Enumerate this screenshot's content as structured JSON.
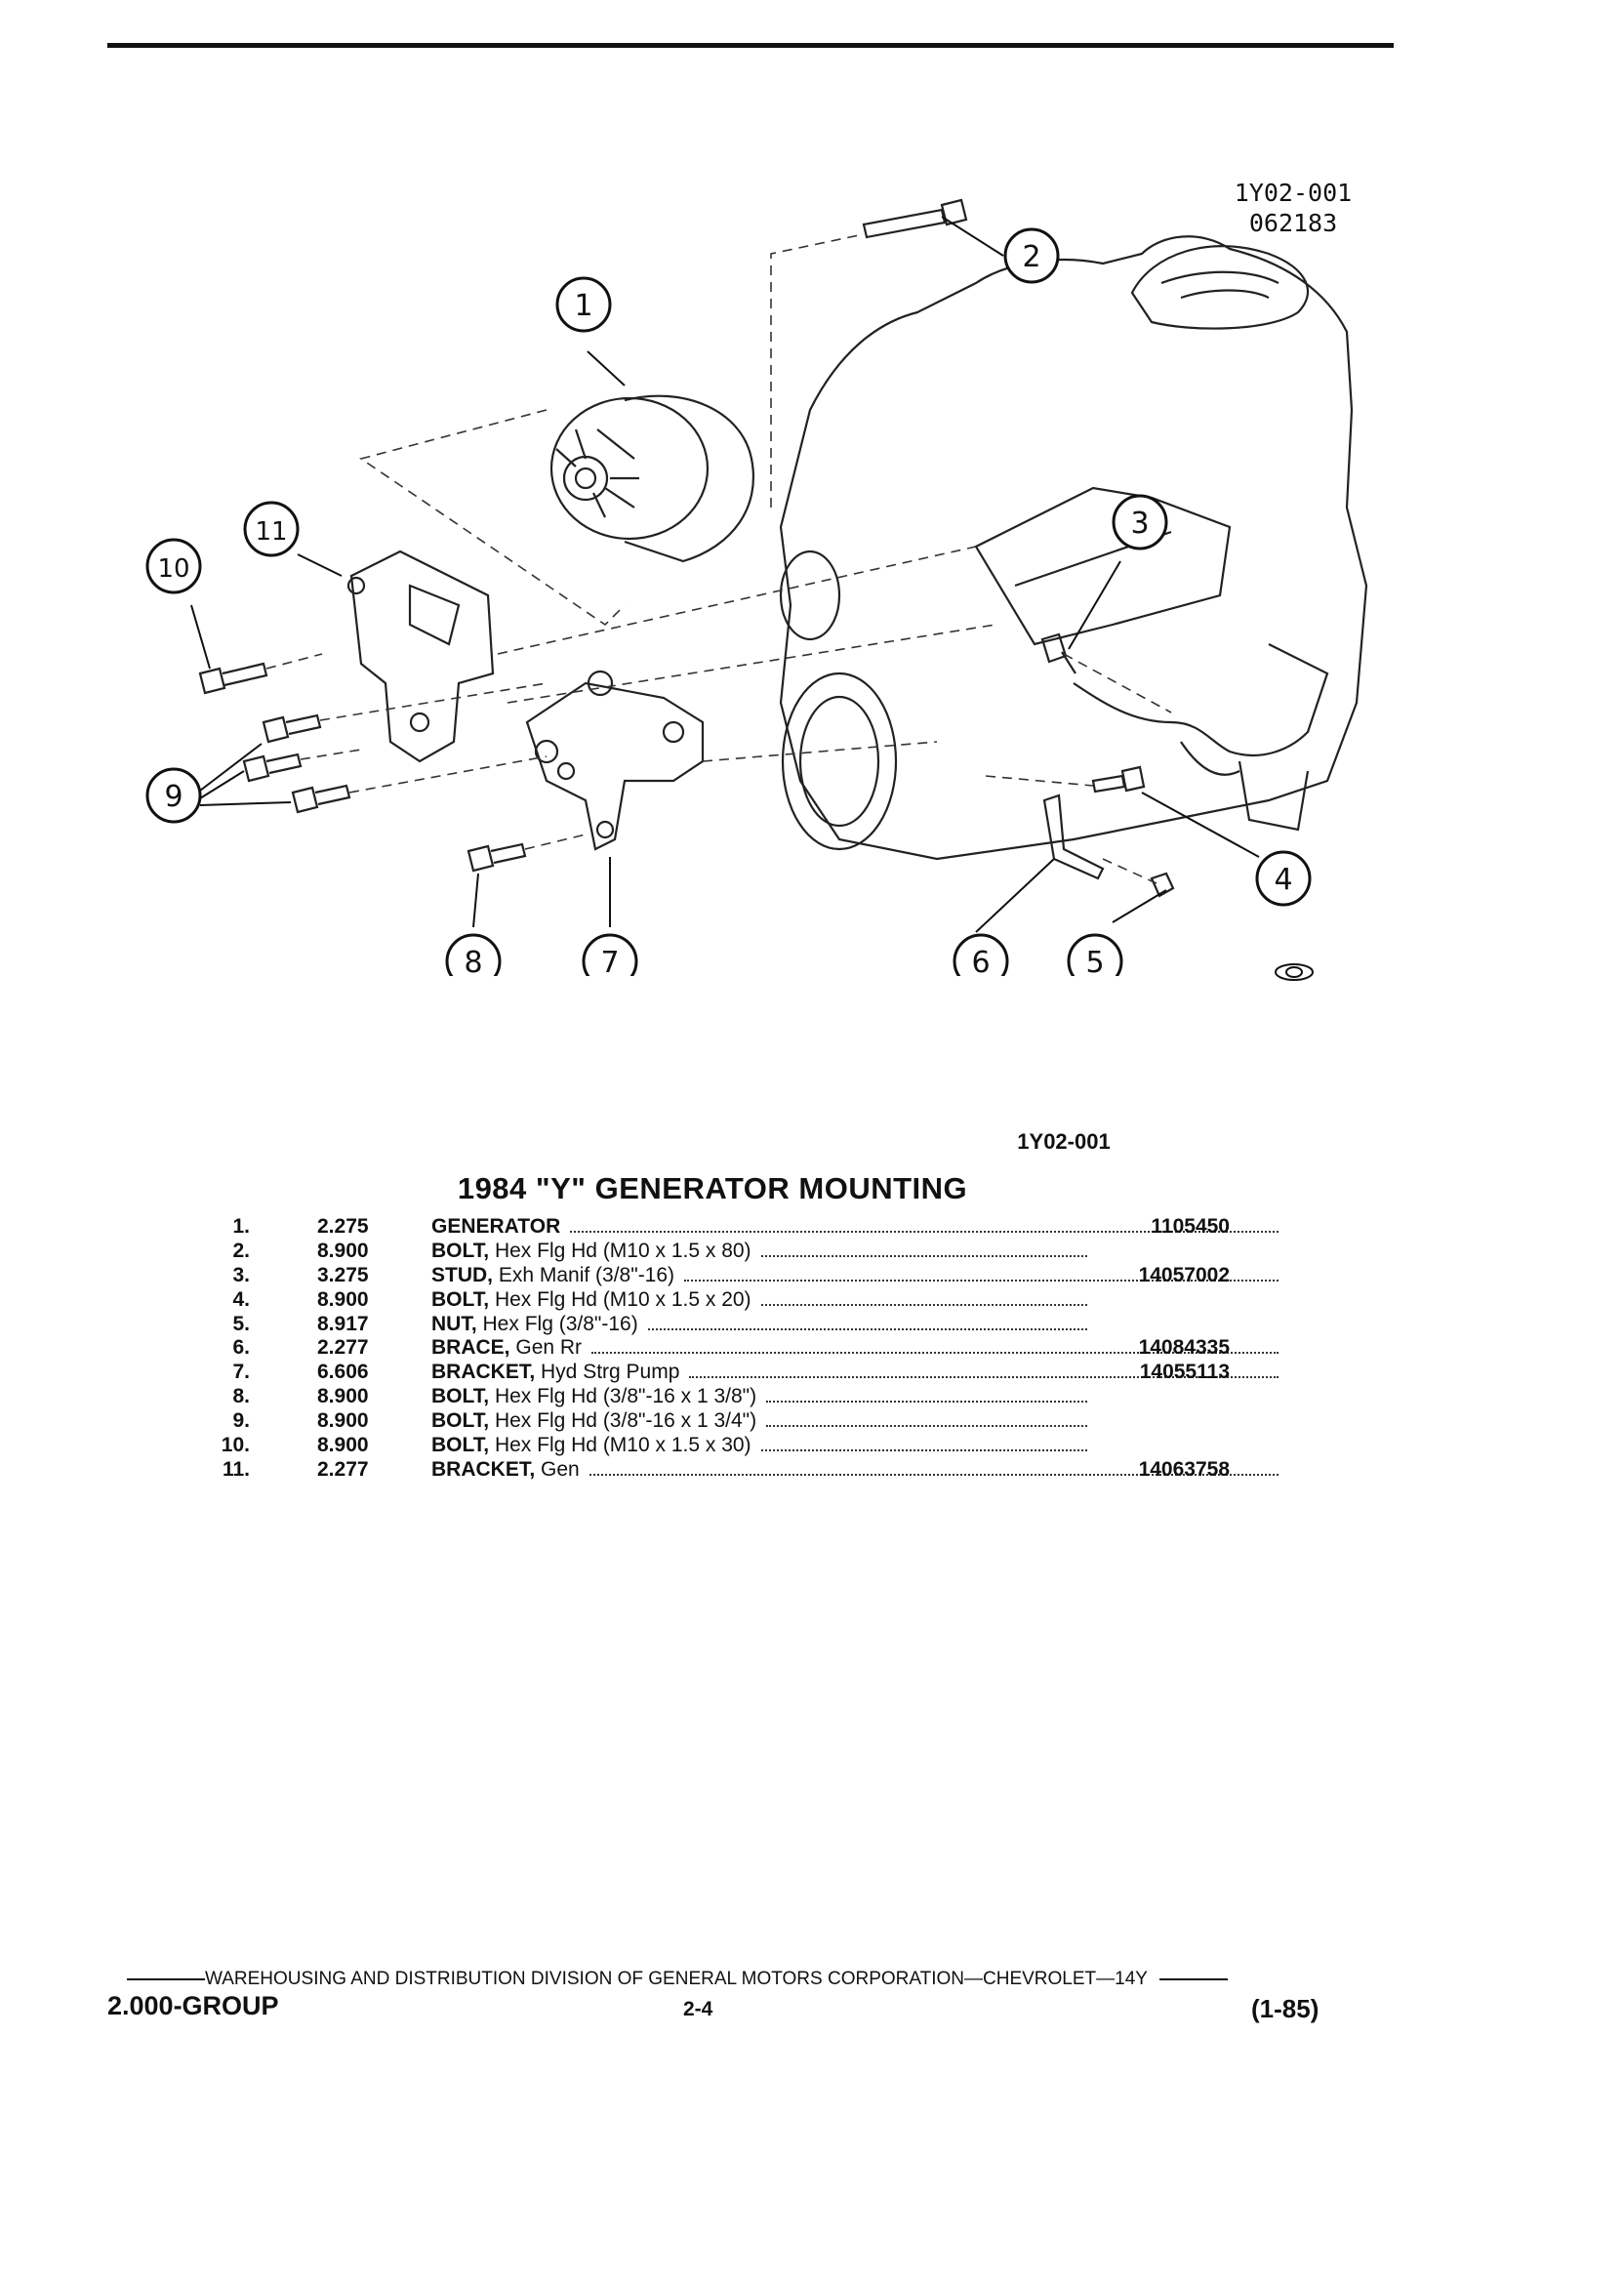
{
  "figure": {
    "code_line1": "1Y02-001",
    "code_line2": "062183",
    "reference": "1Y02-001",
    "callouts": [
      "1",
      "2",
      "3",
      "4",
      "5",
      "6",
      "7",
      "8",
      "9",
      "10",
      "11"
    ]
  },
  "title": "1984 \"Y\" GENERATOR MOUNTING",
  "parts": [
    {
      "num": "1.",
      "group": "2.275",
      "name": "GENERATOR",
      "spec": "",
      "part_no": "1105450"
    },
    {
      "num": "2.",
      "group": "8.900",
      "name": "BOLT,",
      "spec": "Hex Flg Hd (M10 x 1.5 x 80)",
      "part_no": ""
    },
    {
      "num": "3.",
      "group": "3.275",
      "name": "STUD,",
      "spec": "Exh Manif (3/8\"-16)",
      "part_no": "14057002"
    },
    {
      "num": "4.",
      "group": "8.900",
      "name": "BOLT,",
      "spec": "Hex Flg Hd (M10 x 1.5 x 20)",
      "part_no": ""
    },
    {
      "num": "5.",
      "group": "8.917",
      "name": "NUT,",
      "spec": "Hex Flg (3/8\"-16)",
      "part_no": ""
    },
    {
      "num": "6.",
      "group": "2.277",
      "name": "BRACE,",
      "spec": "Gen Rr",
      "part_no": "14084335"
    },
    {
      "num": "7.",
      "group": "6.606",
      "name": "BRACKET,",
      "spec": "Hyd Strg Pump",
      "part_no": "14055113"
    },
    {
      "num": "8.",
      "group": "8.900",
      "name": "BOLT,",
      "spec": "Hex Flg Hd (3/8\"-16 x 1 3/8\")",
      "part_no": ""
    },
    {
      "num": "9.",
      "group": "8.900",
      "name": "BOLT,",
      "spec": "Hex Flg Hd (3/8\"-16 x 1 3/4\")",
      "part_no": ""
    },
    {
      "num": "10.",
      "group": "8.900",
      "name": "BOLT,",
      "spec": "Hex Flg Hd (M10 x 1.5 x 30)",
      "part_no": ""
    },
    {
      "num": "11.",
      "group": "2.277",
      "name": "BRACKET,",
      "spec": "Gen",
      "part_no": "14063758"
    }
  ],
  "footer": {
    "division": "WAREHOUSING AND DISTRIBUTION  DIVISION OF GENERAL MOTORS CORPORATION—CHEVROLET—14Y",
    "group": "2.000-GROUP",
    "page": "2-4",
    "revision": "(1-85)"
  }
}
